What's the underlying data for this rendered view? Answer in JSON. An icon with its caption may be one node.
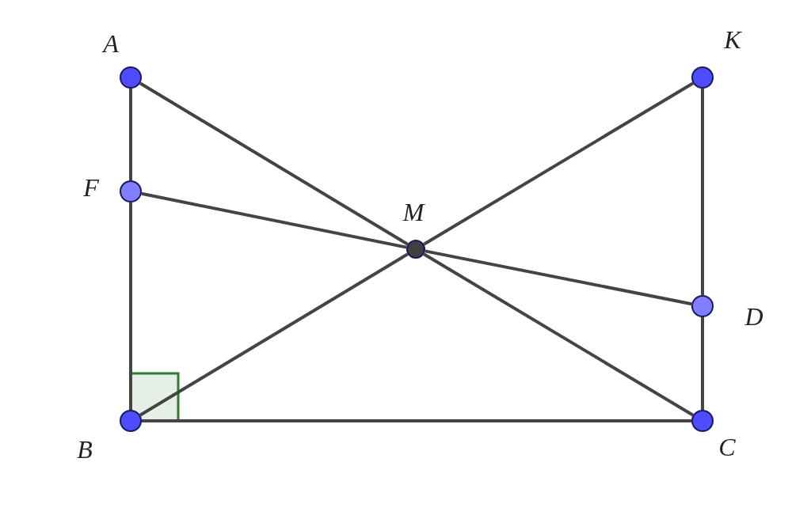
{
  "diagram": {
    "nodes": [
      {
        "text": [
          "A"
        ]
      },
      {
        "text": [
          "K"
        ]
      },
      {
        "text": [
          "F"
        ]
      },
      {
        "text": [
          "M"
        ]
      },
      {
        "text": [
          "D"
        ]
      },
      {
        "text": [
          "B"
        ]
      },
      {
        "text": [
          "C"
        ]
      }
    ],
    "edges": [
      {
        "from": 0,
        "to": 2,
        "arrow": "none"
      },
      {
        "from": 2,
        "to": 5,
        "arrow": "none"
      },
      {
        "from": 0,
        "to": 3,
        "arrow": "none"
      },
      {
        "from": 3,
        "to": 6,
        "arrow": "none"
      },
      {
        "from": 1,
        "to": 3,
        "arrow": "none"
      },
      {
        "from": 3,
        "to": 5,
        "arrow": "none"
      },
      {
        "from": 2,
        "to": 3,
        "arrow": "none"
      },
      {
        "from": 3,
        "to": 4,
        "arrow": "none"
      },
      {
        "from": 1,
        "to": 4,
        "arrow": "none"
      },
      {
        "from": 4,
        "to": 6,
        "arrow": "none"
      },
      {
        "from": 5,
        "to": 6,
        "arrow": "none"
      }
    ]
  }
}
